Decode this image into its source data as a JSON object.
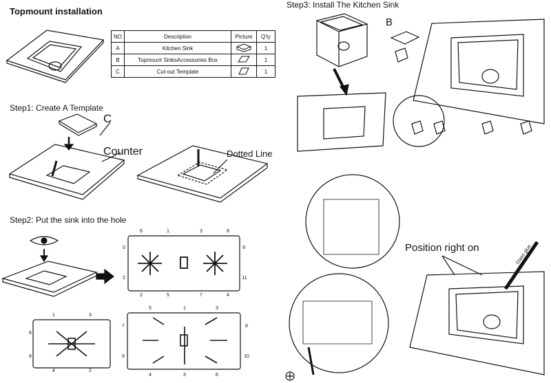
{
  "title": "Topmount installation",
  "table": {
    "headers": [
      "NO",
      "Description",
      "Picture",
      "Q'ty"
    ],
    "rows": [
      {
        "no": "A",
        "description": "Kitchen Sink",
        "qty": "1"
      },
      {
        "no": "B",
        "description": "Topmount SinksAccessories Box",
        "qty": "1"
      },
      {
        "no": "C",
        "description": "Cut-out Template",
        "qty": "1"
      }
    ]
  },
  "steps": {
    "step1": "Step1:  Create A Template",
    "step2": "Step2:  Put the sink into the hole",
    "step3": "Step3:  Install The Kitchen Sink"
  },
  "labels": {
    "c": "C",
    "b": "B",
    "counter": "Counter",
    "dotted_line": "Dotted Line",
    "position_right_on": "Position right on",
    "glass_glue": "Glass glue"
  },
  "clip_numbers": {
    "panel1": [
      "6",
      "1",
      "3",
      "8",
      "0",
      "9",
      "2",
      "11",
      "2",
      "5",
      "7",
      "4"
    ],
    "panel2": [
      "1",
      "3",
      "6",
      "8",
      "4",
      "2"
    ],
    "panel3": [
      "5",
      "1",
      "3",
      "7",
      "8",
      "9",
      "10",
      "4",
      "3",
      "6"
    ]
  }
}
